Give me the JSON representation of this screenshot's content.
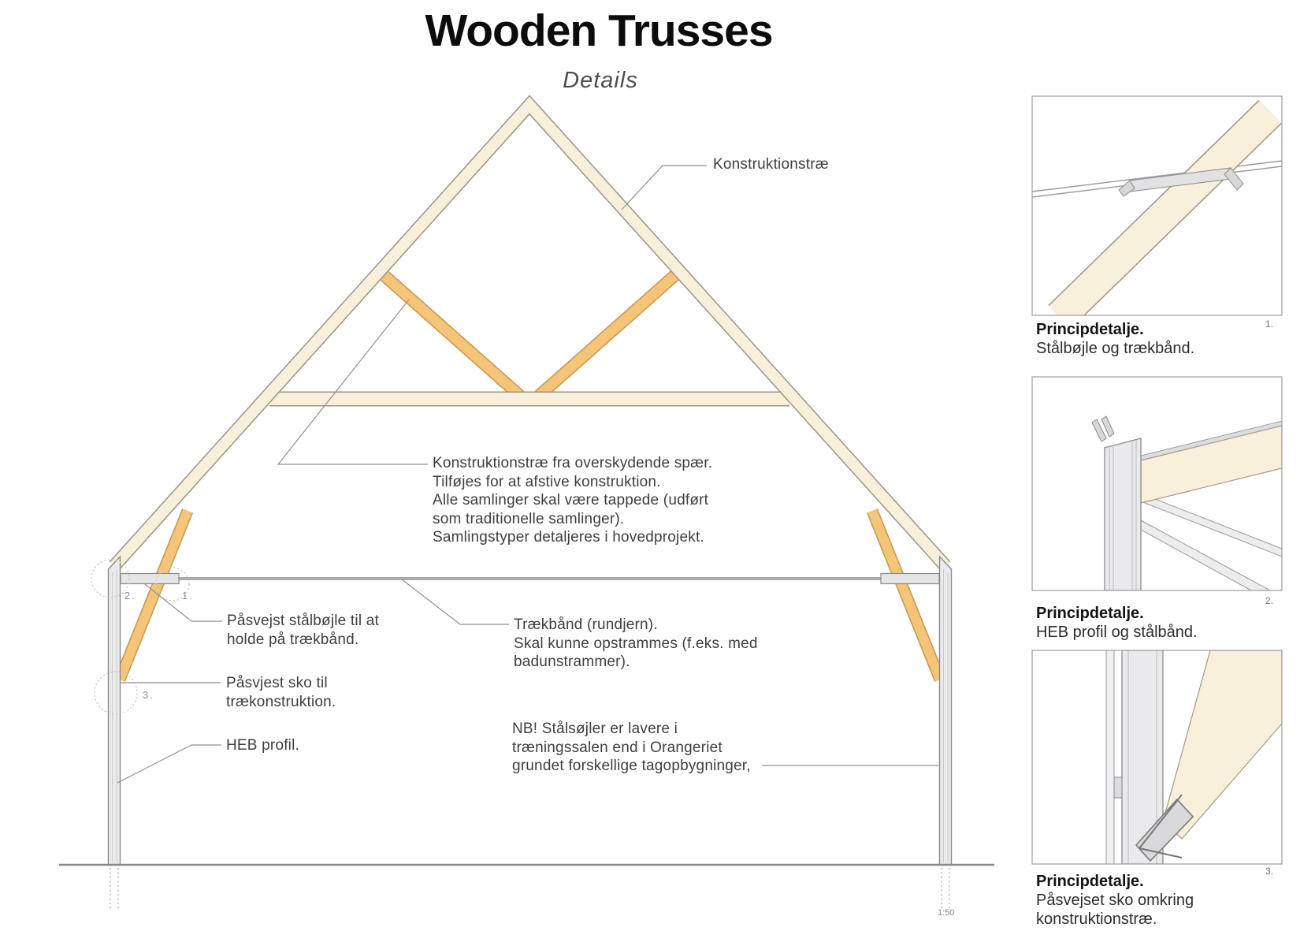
{
  "title": "Wooden Trusses",
  "subtitle": "Details",
  "scale_label": "1:50",
  "colors": {
    "wood_light": "#f8f0da",
    "wood_light_edge": "#9a9487",
    "wood_orange": "#f4c578",
    "wood_orange_edge": "#c7964b",
    "steel_fill": "#ebebed",
    "steel_edge": "#8a8a8a",
    "leader": "#8f8f8f",
    "text": "#3e3e3e"
  },
  "annotations": {
    "konstruktionstrae": "Konstruktionstræ",
    "bracing_note": "Konstruktionstræ fra overskydende spær.\nTilføjes for at afstive konstruktion.\nAlle samlinger skal være tappede (udført\nsom traditionelle samlinger).\nSamlingstyper detaljeres i hovedprojekt.",
    "staalboejle": "Påsvejst stålbøjle til at\nholde på trækbånd.",
    "traekbaand": "Trækbånd (rundjern).\nSkal kunne opstrammes (f.eks. med\nbadunstrammer).",
    "sko": "Påsvjest sko til\ntrækonstruktion.",
    "heb": "HEB profil.",
    "nb": "NB! Stålsøjler er lavere i\ntræningssalen end i Orangeriet\ngrundet forskellige tagopbygninger,"
  },
  "markers": {
    "detail1": "1.",
    "detail2": "2.",
    "detail3": "3."
  },
  "details": [
    {
      "number": "1.",
      "title": "Principdetalje.",
      "subtitle": "Stålbøjle og trækbånd."
    },
    {
      "number": "2.",
      "title": "Principdetalje.",
      "subtitle": "HEB profil og stålbånd."
    },
    {
      "number": "3.",
      "title": "Principdetalje.",
      "subtitle": "Påsvejset sko omkring\nkonstruktionstræ."
    }
  ]
}
